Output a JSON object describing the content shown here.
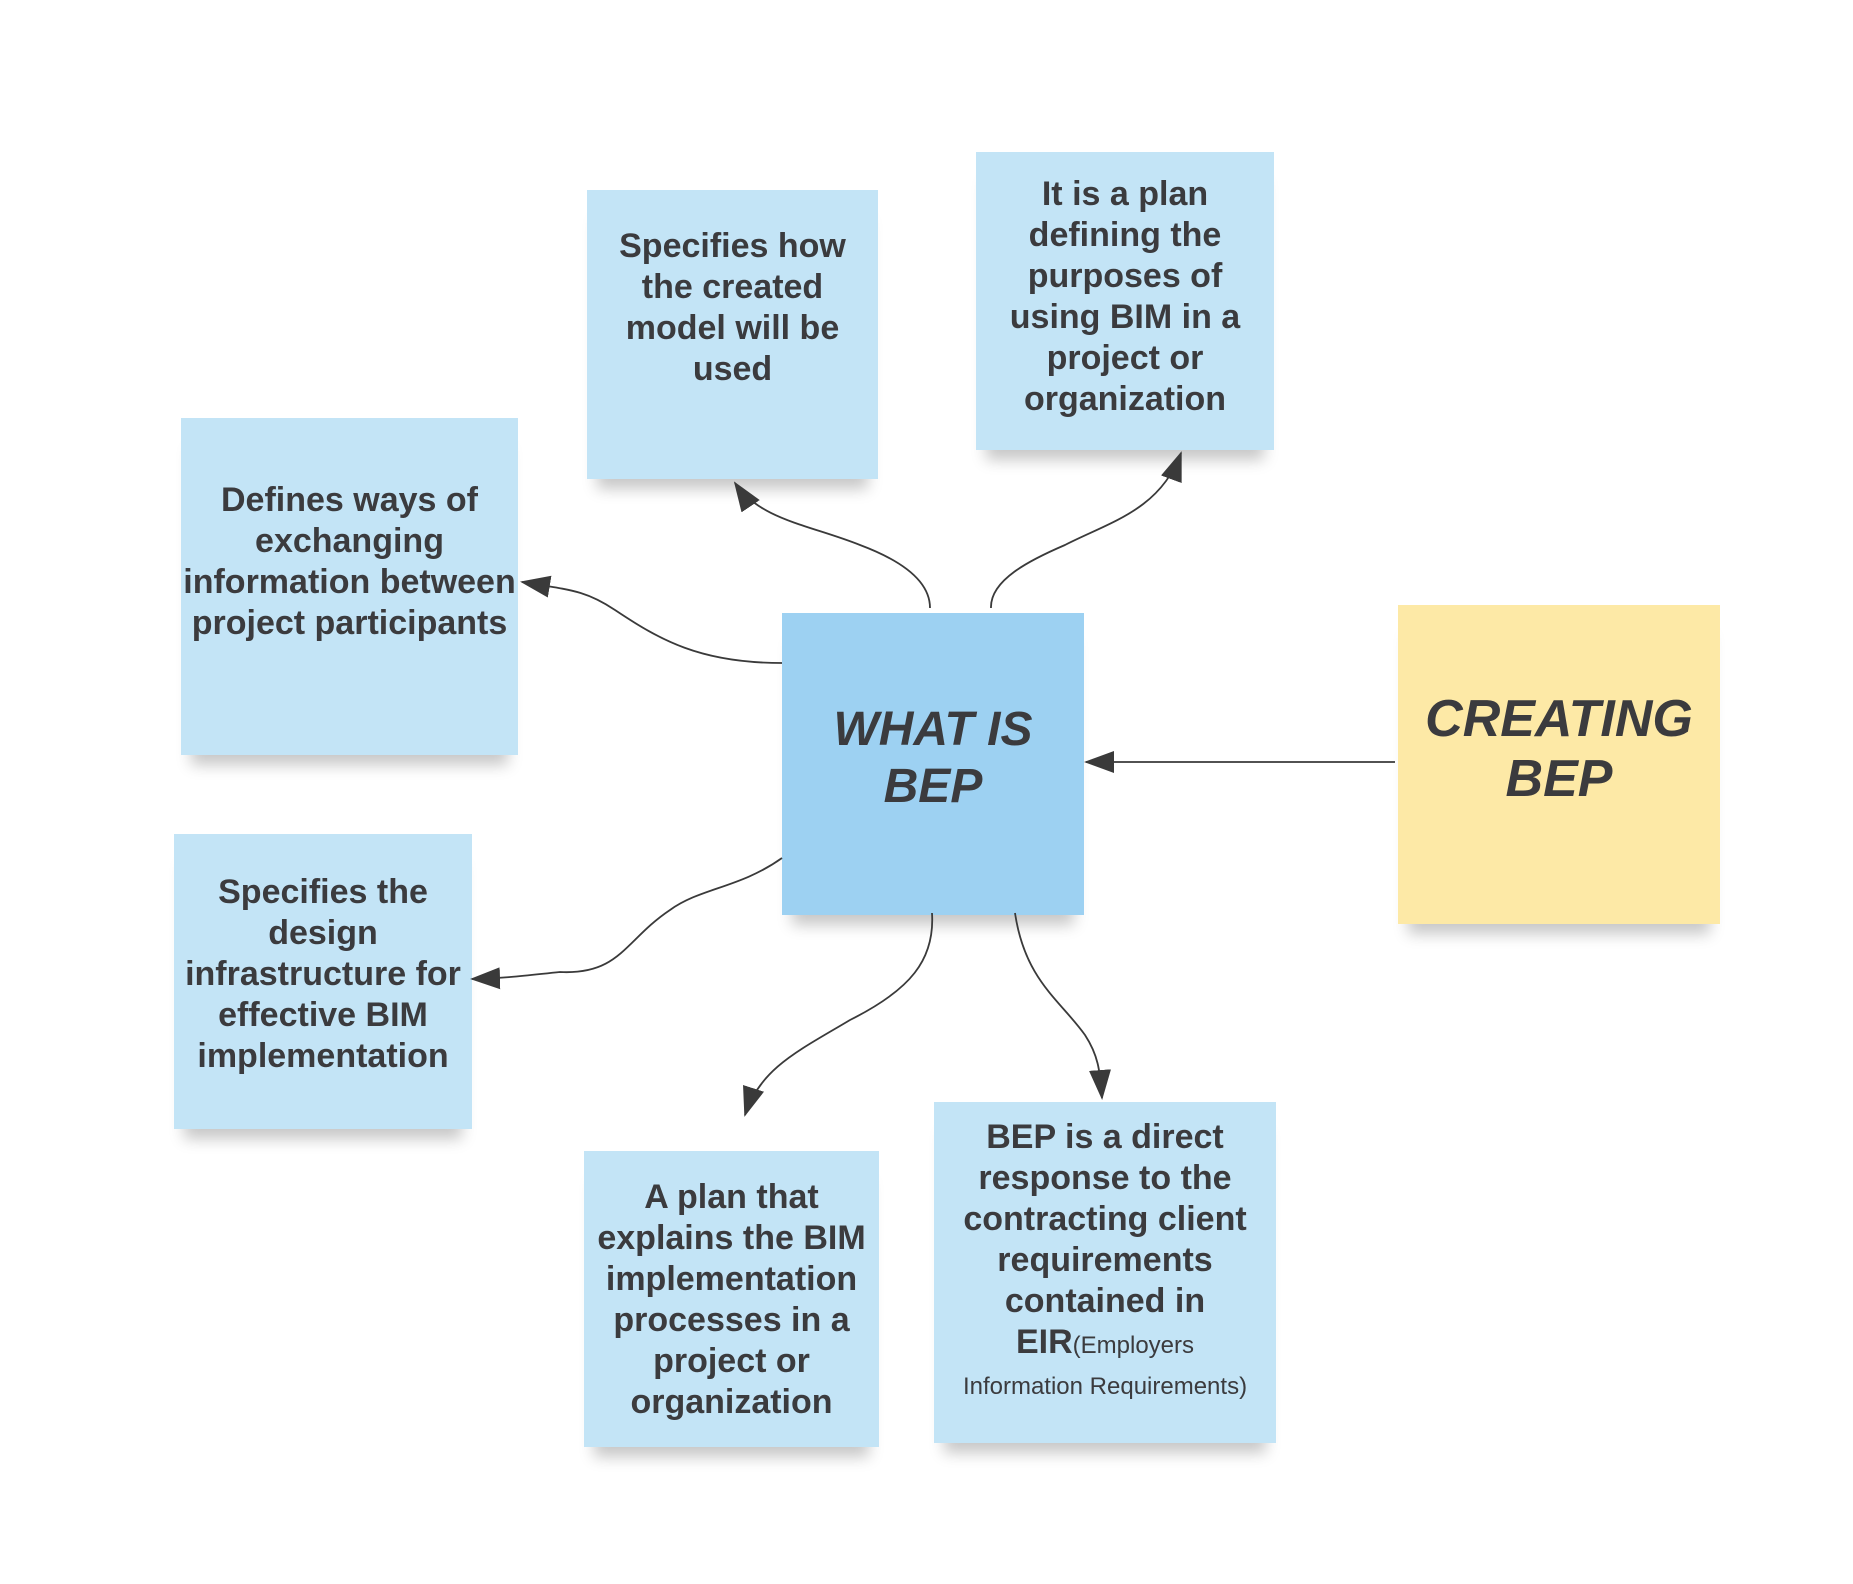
{
  "center_node": {
    "line1": "WHAT IS",
    "line2": "BEP"
  },
  "source_node": {
    "line1": "CREATING",
    "line2": "BEP"
  },
  "notes": {
    "model_usage": [
      "Specifies how",
      "the created",
      "model will be",
      "used"
    ],
    "purpose": [
      "It is a plan",
      "defining the",
      "purposes of",
      "using BIM in a",
      "project or",
      "organization"
    ],
    "info_exchange": [
      "Defines ways of",
      "exchanging",
      "information between",
      "project participants"
    ],
    "infrastructure": [
      "Specifies the",
      "design",
      "infrastructure for",
      "effective BIM",
      "implementation"
    ],
    "processes": [
      "A plan that",
      "explains the BIM",
      "implementation",
      "processes in a",
      "project or",
      "organization"
    ],
    "eir_response": {
      "lines": [
        "BEP is a direct",
        "response to the",
        "contracting client",
        "requirements",
        "contained in"
      ],
      "abbr": "EIR",
      "abbr_expansion_open": "(Employers",
      "abbr_expansion_close": "Information Requirements)"
    }
  },
  "colors": {
    "note_blue": "#c3e4f6",
    "center_blue": "#9dd1f2",
    "note_yellow": "#fde9a6",
    "text": "#3b3b3e",
    "connector": "#3a3a3a"
  }
}
